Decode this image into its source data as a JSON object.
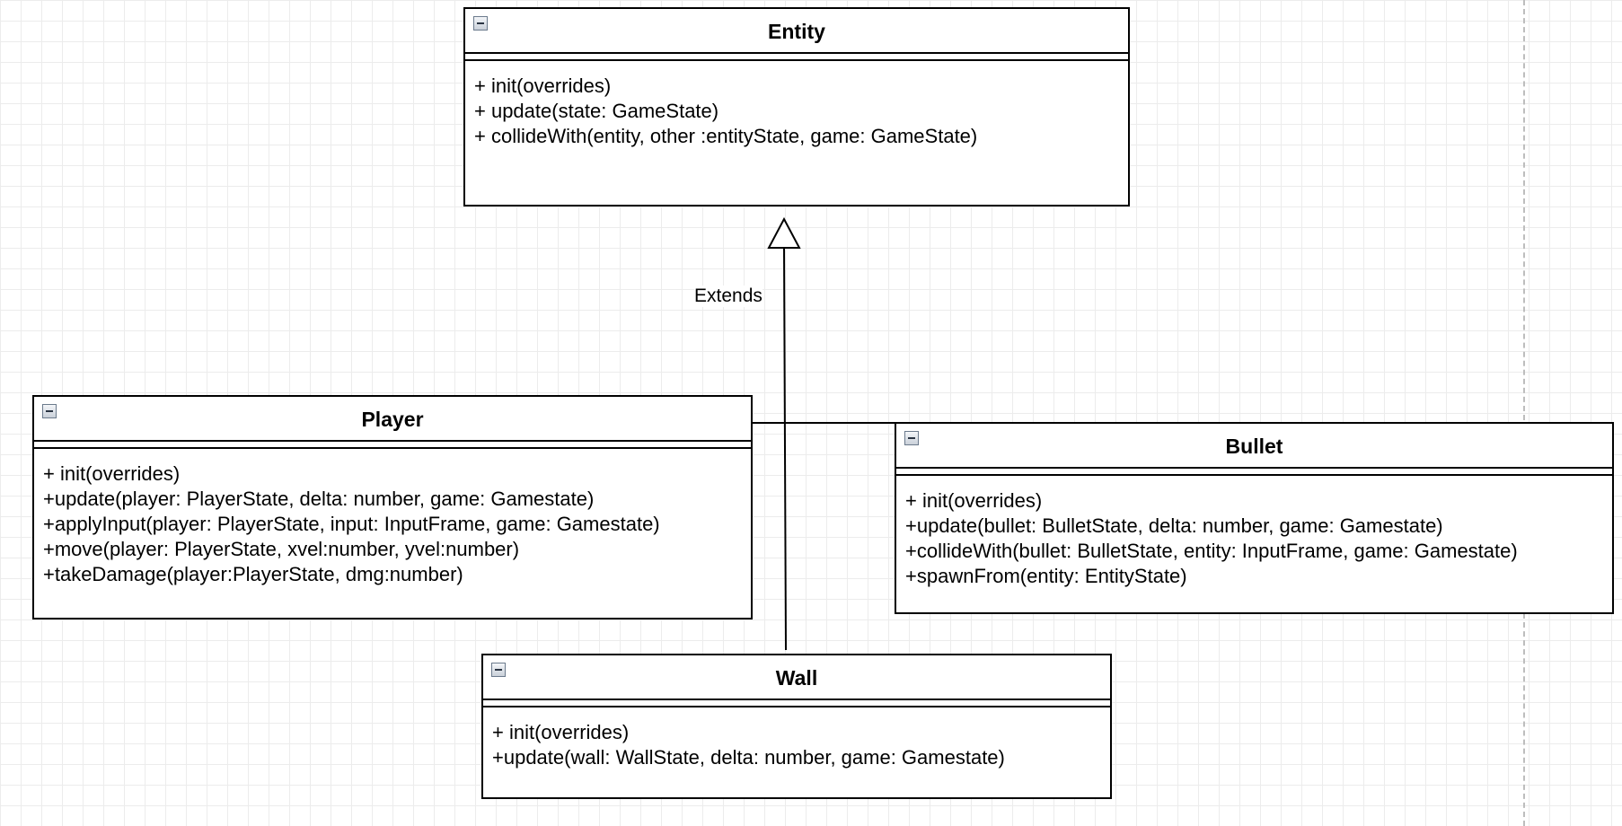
{
  "diagram": {
    "relationship_label": "Extends",
    "classes": {
      "entity": {
        "name": "Entity",
        "methods": [
          "+ init(overrides)",
          "+ update(state: GameState)",
          "+ collideWith(entity, other :entityState, game: GameState)"
        ]
      },
      "player": {
        "name": "Player",
        "methods": [
          "+ init(overrides)",
          "+update(player: PlayerState, delta: number, game: Gamestate)",
          "+applyInput(player: PlayerState, input: InputFrame, game: Gamestate)",
          "+move(player: PlayerState, xvel:number, yvel:number)",
          "+takeDamage(player:PlayerState, dmg:number)"
        ]
      },
      "bullet": {
        "name": "Bullet",
        "methods": [
          "+ init(overrides)",
          "+update(bullet: BulletState, delta: number, game: Gamestate)",
          "+collideWith(bullet: BulletState, entity: InputFrame, game: Gamestate)",
          "+spawnFrom(entity: EntityState)"
        ]
      },
      "wall": {
        "name": "Wall",
        "methods": [
          "+ init(overrides)",
          "+update(wall: WallState, delta: number, game: Gamestate)"
        ]
      }
    },
    "edges": [
      {
        "from": "player",
        "to": "entity",
        "type": "generalization"
      },
      {
        "from": "bullet",
        "to": "entity",
        "type": "generalization"
      },
      {
        "from": "wall",
        "to": "entity",
        "type": "generalization"
      }
    ]
  }
}
